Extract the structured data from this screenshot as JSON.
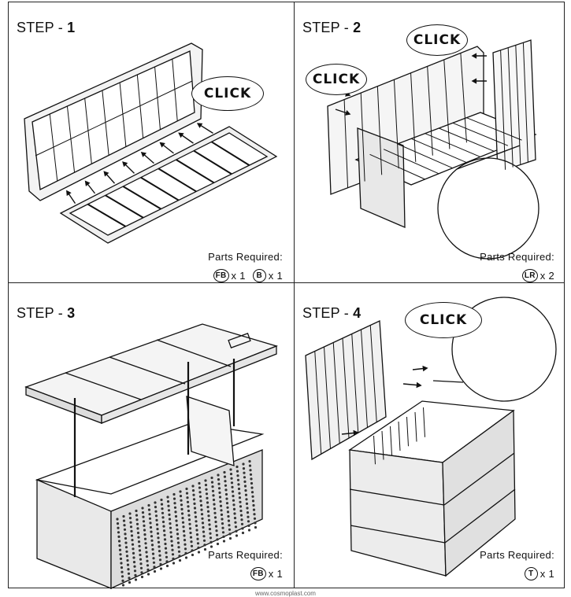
{
  "steps": [
    {
      "prefix": "STEP - ",
      "number": "1",
      "parts_label": "Parts Required:",
      "parts": [
        {
          "code": "FB",
          "qty": "x 1"
        },
        {
          "code": "B",
          "qty": "x 1"
        }
      ],
      "callouts": [
        "CLICK"
      ]
    },
    {
      "prefix": "STEP - ",
      "number": "2",
      "parts_label": "Parts Required:",
      "parts": [
        {
          "code": "LR",
          "qty": "x 2"
        }
      ],
      "callouts": [
        "CLICK",
        "CLICK"
      ]
    },
    {
      "prefix": "STEP - ",
      "number": "3",
      "parts_label": "Parts Required:",
      "parts": [
        {
          "code": "FB",
          "qty": "x 1"
        }
      ],
      "callouts": []
    },
    {
      "prefix": "STEP - ",
      "number": "4",
      "parts_label": "Parts Required:",
      "parts": [
        {
          "code": "T",
          "qty": "x 1"
        }
      ],
      "callouts": [
        "CLICK"
      ]
    }
  ],
  "footer": "www.cosmoplast.com"
}
